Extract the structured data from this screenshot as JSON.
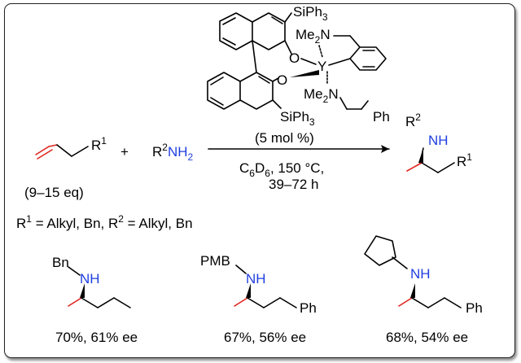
{
  "catalyst": {
    "silyl_top": "SiPh3",
    "silyl_bottom": "SiPh3",
    "nme2_top": "Me2N",
    "nme2_bottom": "Me2N",
    "oxygen_top": "O",
    "oxygen_bottom": "O",
    "metal": "Y",
    "phenyl": "Ph",
    "loading": "(5 mol %)"
  },
  "reaction": {
    "alkene_substituent": "R1",
    "plus": "+",
    "amine": "R2NH2",
    "alkene_equiv": "(9–15 eq)",
    "conditions_solvent_temp": "C6D6, 150 °C,",
    "conditions_time": "39–72 h",
    "product_amine": "NH",
    "product_r2": "R2",
    "product_r1": "R1",
    "definitions": "R1 = Alkyl, Bn, R2 = Alkyl, Bn"
  },
  "examples": [
    {
      "nsub": "Bn",
      "nh": "NH",
      "tail": "",
      "yield": "70%, 61% ee"
    },
    {
      "nsub": "PMB",
      "nh": "NH",
      "tail": "Ph",
      "yield": "67%, 56% ee"
    },
    {
      "nsub": "",
      "nh": "NH",
      "tail": "Ph",
      "yield": "68%, 54% ee"
    }
  ],
  "colors": {
    "nitrogen": "#1f3fe0",
    "alkene": "#e0231c"
  }
}
